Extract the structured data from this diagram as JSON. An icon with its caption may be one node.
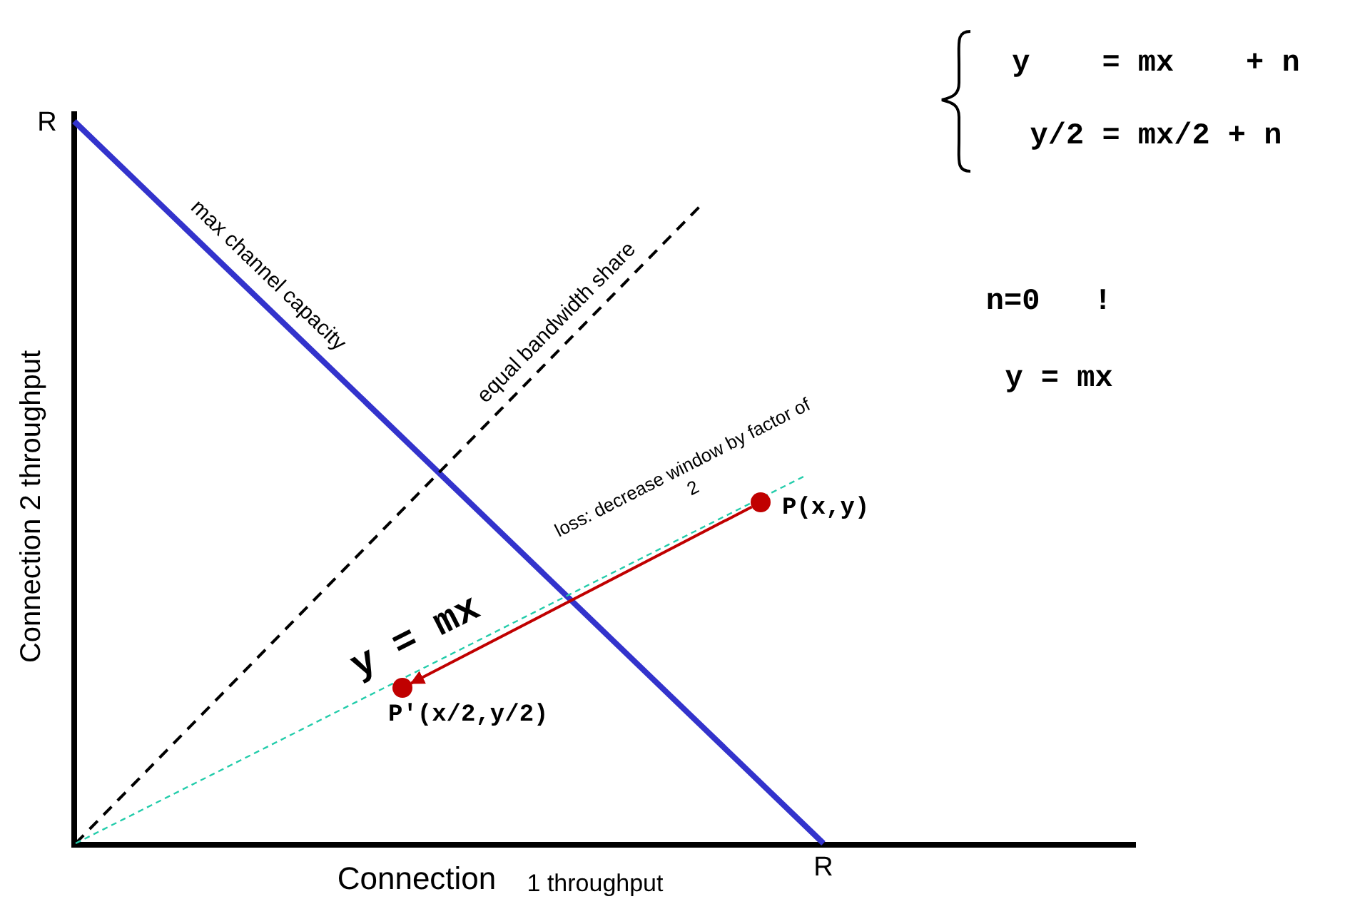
{
  "diagram": {
    "nodes": [
      {
        "text": [],
        "shape": "circle",
        "beside": [
          "P(x,y)"
        ]
      },
      {
        "text": [],
        "shape": "circle",
        "beside": [
          "P'(x/2,y/2)"
        ]
      }
    ],
    "edges": [
      {
        "from": 0,
        "to": 1,
        "arrow": "to",
        "label": "loss: decrease window by factor of 2",
        "color": "#c00000"
      }
    ],
    "labels": [
      "y    = mx    + n",
      "y/2 = mx/2 + n",
      "R",
      "max channel capacity",
      "equal bandwidth share",
      "n=0   !",
      "y = mx",
      "Connection 2 throughput",
      "y = mx",
      "Connection",
      "1 throughput",
      "R"
    ]
  }
}
